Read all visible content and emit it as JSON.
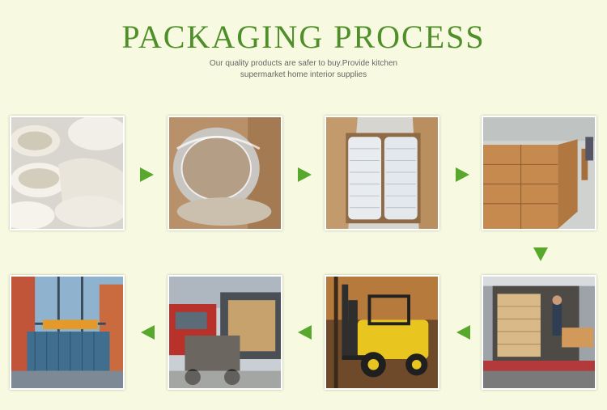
{
  "header": {
    "title": "PACKAGING PROCESS",
    "subtitle_line1": "Our quality products are safer to buy.Provide kitchen",
    "subtitle_line2": "supermarket home interior supplies"
  },
  "colors": {
    "background": "#f7fae0",
    "title": "#4f8f2a",
    "arrow": "#58a82e"
  },
  "steps": [
    {
      "icon": "stacked-bowls-photo"
    },
    {
      "icon": "wrapped-bowls-photo"
    },
    {
      "icon": "packed-carton-photo"
    },
    {
      "icon": "warehouse-boxes-photo"
    },
    {
      "icon": "container-loading-photo"
    },
    {
      "icon": "forklift-photo"
    },
    {
      "icon": "truck-container-photo"
    },
    {
      "icon": "port-crane-photo"
    }
  ]
}
